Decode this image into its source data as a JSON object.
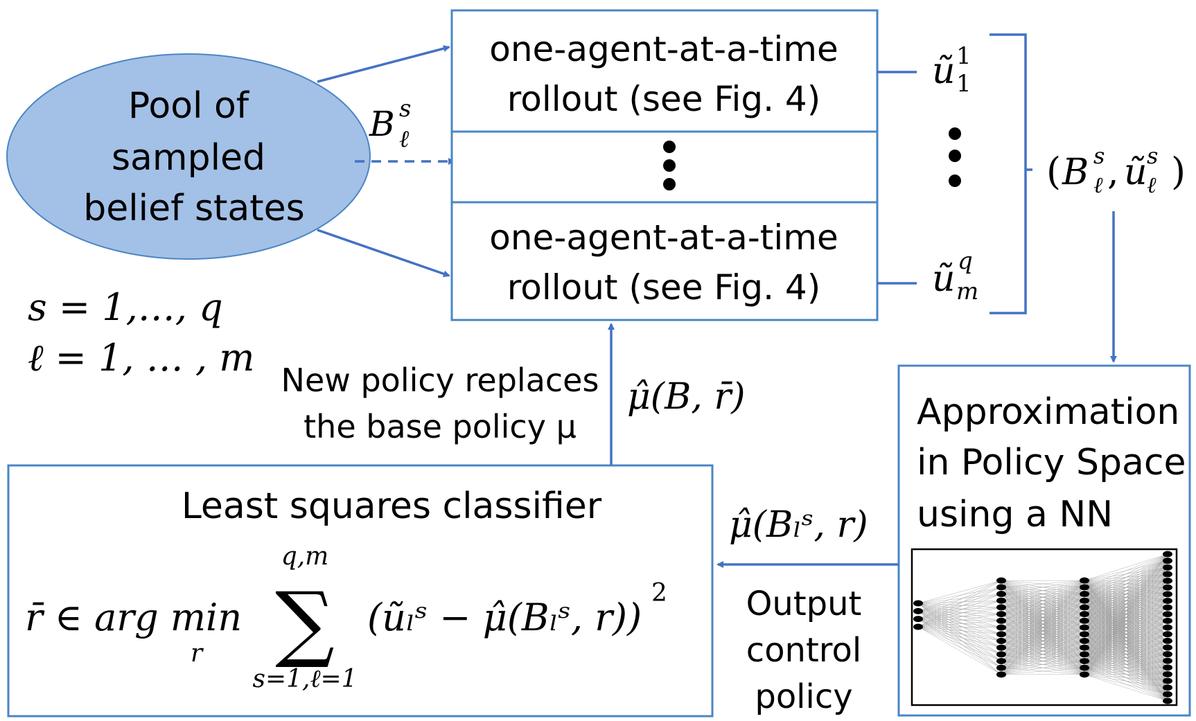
{
  "colors": {
    "ellipse_fill": "#a3c0e6",
    "box_border": "#4a86c5",
    "arrow": "#4472c4",
    "text": "#000000",
    "nn_frame": "#000000"
  },
  "pool": {
    "line1": "Pool of",
    "line2": "sampled",
    "line3": "belief states"
  },
  "index_ranges": {
    "s": "s = 1,…, q",
    "l": "ℓ = 1, … , m"
  },
  "input_label": {
    "base": "B",
    "sup": "s",
    "sub": "ℓ"
  },
  "rollout_top": {
    "line1": "one-agent-at-a-time",
    "line2": "rollout (see Fig. 4)"
  },
  "rollout_bottom": {
    "line1": "one-agent-at-a-time",
    "line2": "rollout (see Fig. 4)"
  },
  "rollout_middle_dots": "•••",
  "outputs": {
    "top": {
      "base": "ũ",
      "sup": "1",
      "sub": "1"
    },
    "bottom": {
      "base": "ũ",
      "sup": "q",
      "sub": "m"
    },
    "pair": "(Bₗˢ, ũₗˢ)",
    "pair_parts": {
      "open": "(",
      "b": "B",
      "sep": ", ",
      "u": "ũ",
      "sup": "s",
      "sub": "ℓ",
      "close": ")"
    }
  },
  "approx_box": {
    "line1": "Approximation",
    "line2": "in Policy Space",
    "line3": "using a NN"
  },
  "nn": {
    "layers": [
      4,
      15,
      15,
      23
    ]
  },
  "classifier": {
    "title": "Least squares classifier",
    "lhs": "r̄ ∈ arg min",
    "under_min": "r",
    "sum_top": "q,m",
    "sum_bottom": "s=1,ℓ=1",
    "summand": "(ũₗˢ − μ̂(Bₗˢ, r))",
    "power": "2"
  },
  "new_policy": {
    "line1": "New policy replaces",
    "line2": "the base policy μ",
    "formula": "μ̂(B, r̄)"
  },
  "nn_output": {
    "formula": "μ̂(Bₗˢ, r)",
    "line1": "Output",
    "line2": "control",
    "line3": "policy"
  }
}
